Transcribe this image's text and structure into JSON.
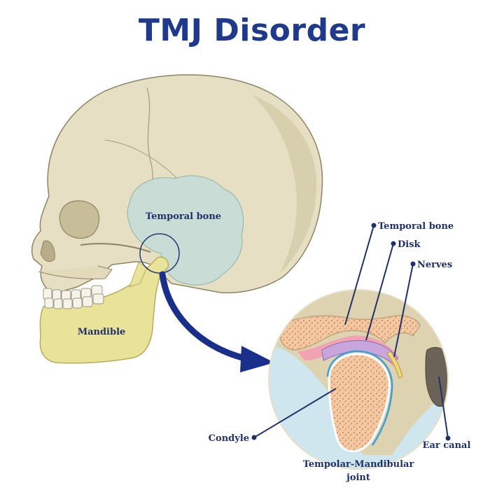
{
  "title": "TMJ Disorder",
  "labels": {
    "skull_temporal": "Temporal bone",
    "mandible": "Mandible",
    "temporal_bone": "Temporal bone",
    "disk": "Disk",
    "nerves": "Nerves",
    "condyle": "Condyle",
    "ear_canal": "Ear canal",
    "tmj_line1": "Tempolar-Mandibular",
    "tmj_line2": "joint"
  },
  "colors": {
    "title": "#1f3a8a",
    "skull": "#e6dfc3",
    "temporal": "#c9dcd5",
    "mandible": "#e9e39a",
    "arrow": "#1a2f8a",
    "detail_bg": "#ddd3b0",
    "line": "#1f3167"
  }
}
